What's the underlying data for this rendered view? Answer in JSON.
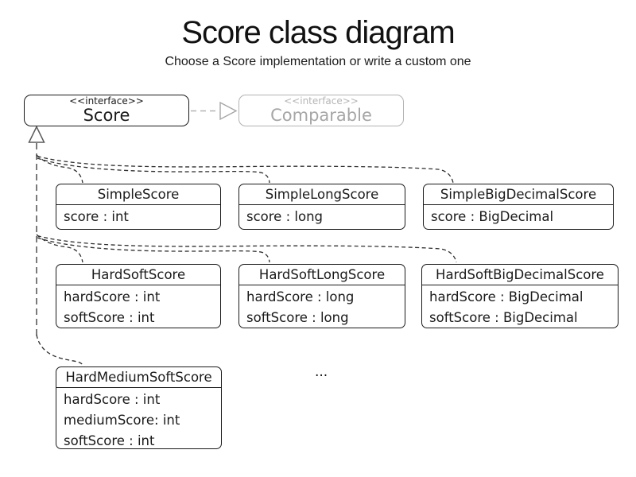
{
  "header": {
    "title": "Score class diagram",
    "subtitle": "Choose a Score implementation or write a custom one"
  },
  "interfaces": {
    "score": {
      "stereotype": "<<interface>>",
      "name": "Score"
    },
    "comparable": {
      "stereotype": "<<interface>>",
      "name": "Comparable"
    }
  },
  "classes": [
    {
      "name": "SimpleScore",
      "attrs": [
        "score : int"
      ]
    },
    {
      "name": "SimpleLongScore",
      "attrs": [
        "score : long"
      ]
    },
    {
      "name": "SimpleBigDecimalScore",
      "attrs": [
        "score : BigDecimal"
      ]
    },
    {
      "name": "HardSoftScore",
      "attrs": [
        "hardScore : int",
        "softScore : int"
      ]
    },
    {
      "name": "HardSoftLongScore",
      "attrs": [
        "hardScore : long",
        "softScore : long"
      ]
    },
    {
      "name": "HardSoftBigDecimalScore",
      "attrs": [
        "hardScore : BigDecimal",
        "softScore : BigDecimal"
      ]
    },
    {
      "name": "HardMediumSoftScore",
      "attrs": [
        "hardScore : int",
        "mediumScore: int",
        "softScore : int"
      ]
    }
  ],
  "ellipsis": "...",
  "colors": {
    "ink": "#1a1a1a",
    "muted_text": "#a6a6a6",
    "muted_border": "#b2b2b2",
    "arrow_gray": "#b4b4b4",
    "generalization_gray": "#5a5a5a",
    "branch_dash": "#2e2e2e",
    "background": "#ffffff"
  }
}
